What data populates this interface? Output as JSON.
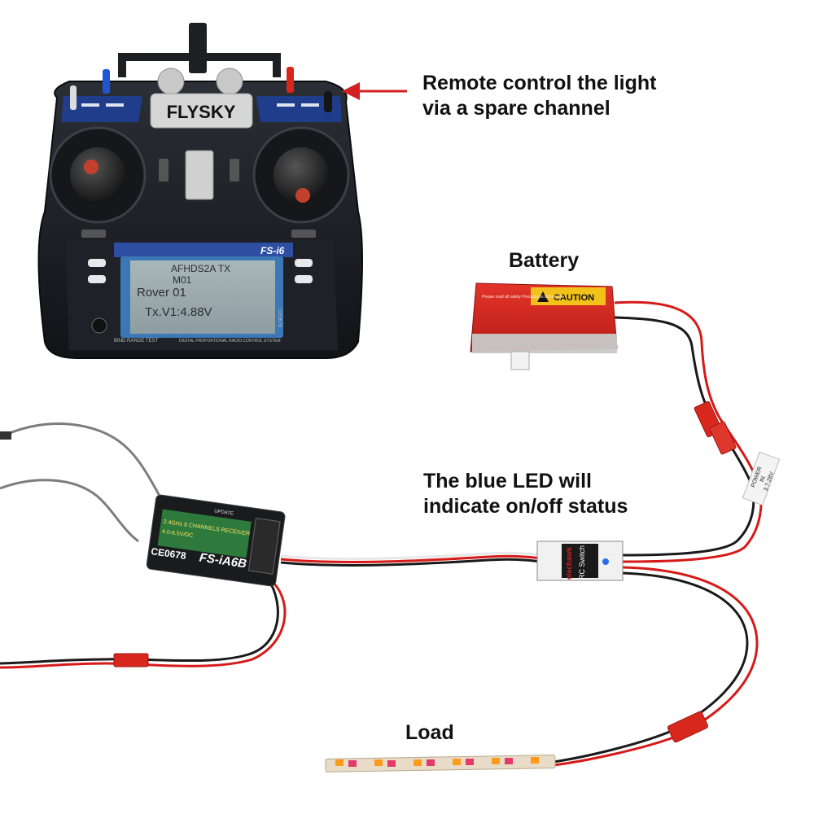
{
  "callouts": {
    "remote": {
      "line1": "Remote control the light",
      "line2": "via a spare channel"
    },
    "battery": "Battery",
    "led": {
      "line1": "The blue LED will",
      "line2": "indicate on/off status"
    },
    "load": "Load"
  },
  "transmitter": {
    "brand": "FLYSKY",
    "model": "FS-i6",
    "screen_lines": [
      "AFHDS2A TX",
      "M01",
      "Rover 01",
      "Tx.V1:4.88V"
    ],
    "bottom_text_left": "BIND RANGE TEST",
    "bottom_text_right": "DIGITAL PROPORTIONAL RADIO CONTROL SYSTEM",
    "ce_mark": "CE0678"
  },
  "battery": {
    "caution": "CAUTION",
    "warning_text": "Please read all safety Precautions before use"
  },
  "receiver": {
    "model": "FS-iA6B",
    "ce_mark": "CE0678",
    "spec_line1": "2.4GHz 6 CHANNELS RECEIVER",
    "spec_line2": "4.0-6.5V/DC",
    "update": "UPDATE"
  },
  "switch_module": {
    "brand": "elechawk",
    "name": "RC Switch"
  },
  "power_tag": {
    "line1": "POWER",
    "line2": "IN",
    "line3": "3.7-28V"
  },
  "colors": {
    "arrow": "#d42020",
    "wire_red": "#d61a1a",
    "wire_black": "#1a1a1a",
    "wire_gray": "#7d7d7d",
    "led_strip": "#e8dcc8"
  }
}
